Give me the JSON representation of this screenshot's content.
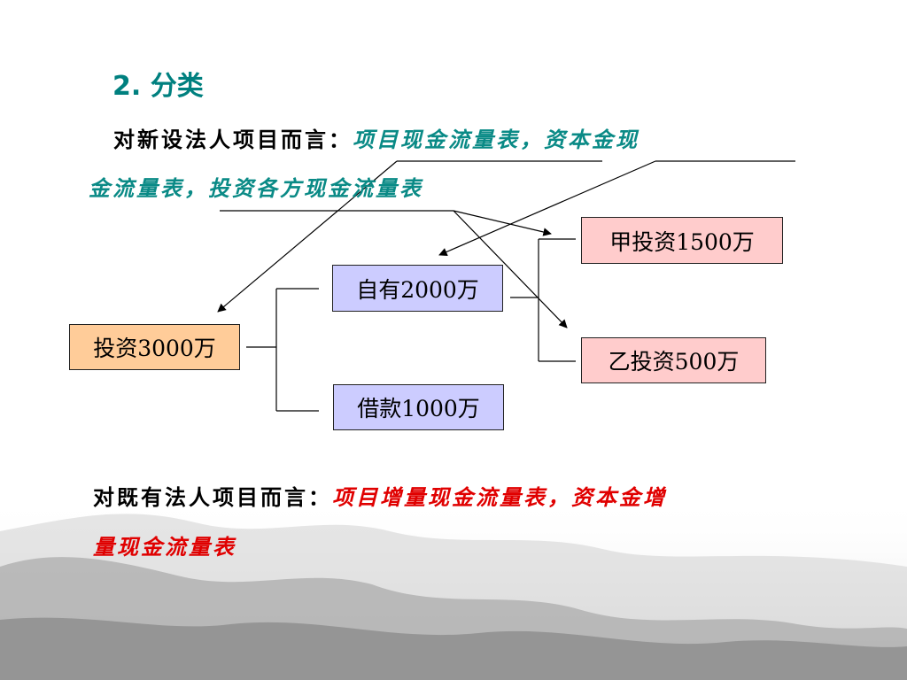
{
  "heading": "2. 分类",
  "new_entity": {
    "label": "对新设法人项目而言：",
    "line1_items": "项目现金流量表，资本金现",
    "line2_items": "金流量表，投资各方现金流量表"
  },
  "existing_entity": {
    "label": "对既有法人项目而言：",
    "line1_items": "项目增量现金流量表，资本金增",
    "line2_items": "量现金流量表"
  },
  "boxes": {
    "total_investment": "投资3000万",
    "own_funds": "自有2000万",
    "loan": "借款1000万",
    "investor_a": "甲投资1500万",
    "investor_b": "乙投资500万"
  },
  "colors": {
    "heading": "#00807f",
    "teal_text": "#0a8a86",
    "red_text": "#e00000",
    "box_orange": "#ffcc99",
    "box_blue": "#ccccff",
    "box_pink": "#ffcccc"
  }
}
